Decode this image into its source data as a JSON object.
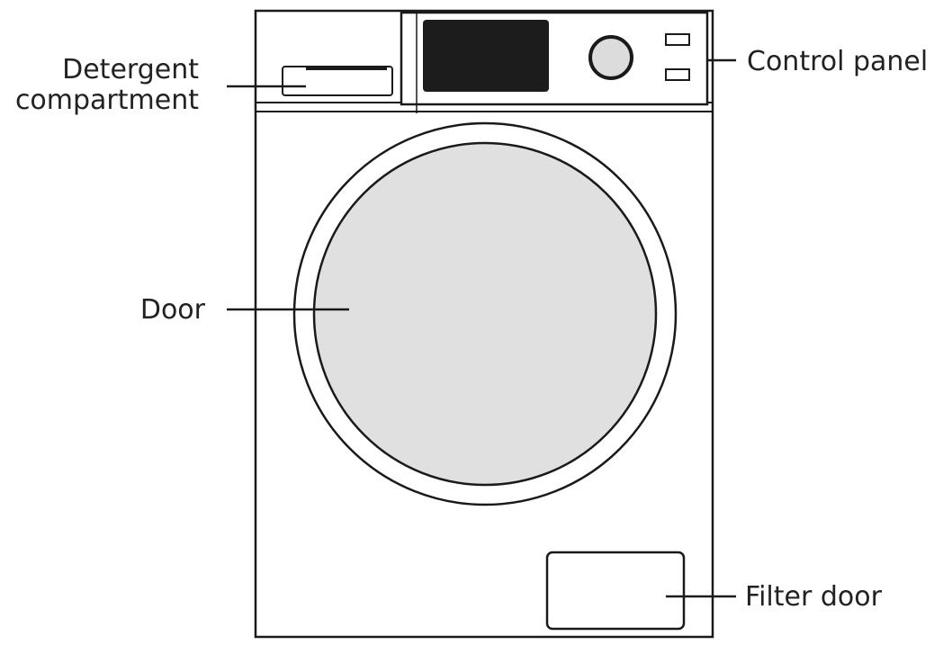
{
  "labels": {
    "detergent_line1": "Detergent",
    "detergent_line2": "compartment",
    "control_panel": "Control panel",
    "door": "Door",
    "filter_door": "Filter door"
  },
  "colors": {
    "outline": "#1a1a1a",
    "door_glass": "#e0e0e0",
    "display": "#1c1c1c",
    "knob": "#dcdcdc",
    "text": "#222222"
  }
}
